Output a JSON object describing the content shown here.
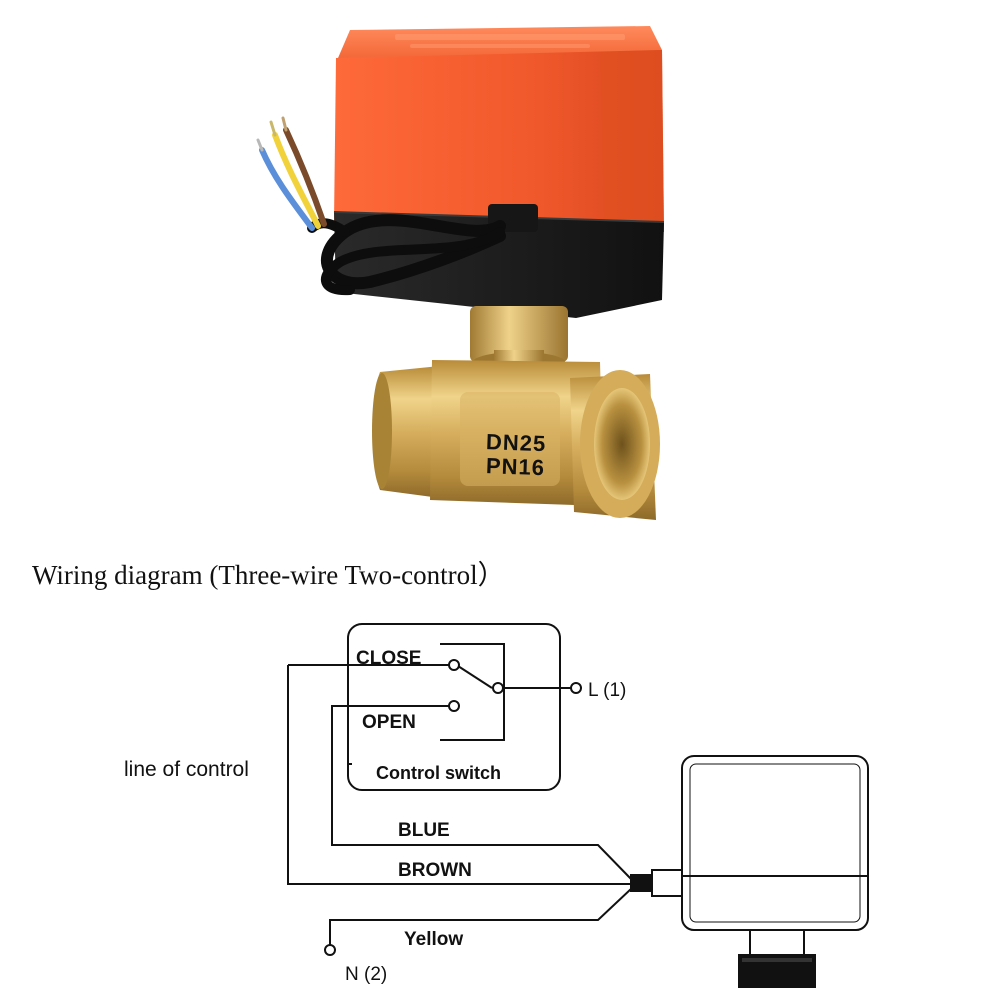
{
  "product": {
    "markings": {
      "line1": "DN25",
      "line2": "PN16"
    },
    "colors": {
      "actuator_top": "#f0592b",
      "actuator_base": "#1c1c1c",
      "brass": "#c9a14e",
      "brass_light": "#e7c77a",
      "brass_dark": "#8d6a2a",
      "wire_blue": "#5b8fd9",
      "wire_brown": "#7a4a2a",
      "wire_yellow": "#f1d23a"
    }
  },
  "diagram": {
    "title": "Wiring diagram (Three-wire Two-control）",
    "labels": {
      "close": "CLOSE",
      "open": "OPEN",
      "control_switch": "Control switch",
      "live": "L (1)",
      "neutral": "N (2)",
      "line_of_control": "line of control",
      "blue": "BLUE",
      "brown": "BROWN",
      "yellow": "Yellow"
    }
  }
}
